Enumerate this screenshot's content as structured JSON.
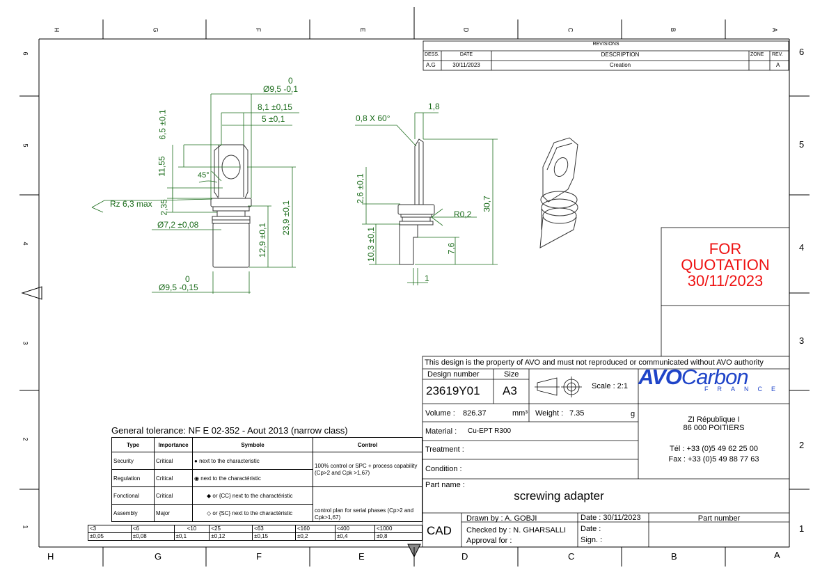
{
  "zones": {
    "top": [
      "H",
      "G",
      "F",
      "E",
      "D",
      "C",
      "B",
      "A"
    ],
    "bottom": [
      "H",
      "G",
      "F",
      "E",
      "D",
      "C",
      "B",
      "A"
    ],
    "left": [
      "6",
      "5",
      "4",
      "3",
      "2",
      "1"
    ],
    "right": [
      "6",
      "5",
      "4",
      "3",
      "2",
      "1"
    ]
  },
  "revisions": {
    "title": "REVISIONS",
    "headers": {
      "dess": "DESS.",
      "date": "DATE",
      "description": "DESCRIPTION",
      "zone": "ZONE",
      "rev": "REV."
    },
    "row": {
      "dess": "A.G",
      "date": "30/11/2023",
      "description": "Creation",
      "zone": "",
      "rev": "A"
    }
  },
  "dimensions": {
    "front": {
      "dia_top_upper": "0",
      "dia_top": "Ø9,5 -0,1",
      "width_81": "8,1 ±0,15",
      "width_5": "5 ±0,1",
      "h_65": "6,5 ±0,1",
      "h_1155": "11,55",
      "angle": "45°",
      "rz": "Rz 6,3 max",
      "h_235": "2,35",
      "dia_72": "Ø7,2 ±0,08",
      "h_239": "23,9 ±0,1",
      "h_129": "12,9 ±0,1",
      "dia_bot_upper": "0",
      "dia_bot": "Ø9,5 -0,15"
    },
    "side": {
      "chamfer": "0,8 X 60°",
      "t_18": "1,8",
      "h_26": "2,6 ±0,1",
      "r_02": "R0,2",
      "h_307": "30,7",
      "h_103": "10,3 ±0,1",
      "h_76": "7,6",
      "w_1": "1"
    }
  },
  "quotation": {
    "line1": "FOR",
    "line2": "QUOTATION",
    "line3": "30/11/2023"
  },
  "title_block": {
    "property_note": "This design is the property of AVO and must not reproduced or communicated without AVO authority",
    "design_number_label": "Design number",
    "size_label": "Size",
    "design_number": "23619Y01",
    "size": "A3",
    "scale": "Scale : 2:1",
    "logo_avo": "AVO",
    "logo_carbon": "Carbon",
    "logo_france": "FRANCE",
    "volume_label": "Volume :",
    "volume": "826.37",
    "volume_unit": "mm³",
    "weight_label": "Weight :",
    "weight": "7.35",
    "weight_unit": "g",
    "material_label": "Material :",
    "material": "Cu-EPT R300",
    "treatment_label": "Treatment :",
    "condition_label": "Condition :",
    "address1": "ZI République I",
    "address2": "86 000 POITIERS",
    "tel": "Tél : +33 (0)5 49 62 25 00",
    "fax": "Fax : +33 (0)5 49 88 77 63",
    "part_name_label": "Part name :",
    "part_name": "screwing adapter",
    "cad": "CAD",
    "drawn_by": "Drawn by : A. GOBJI",
    "drawn_date": "Date : 30/11/2023",
    "checked_by": "Checked by : N. GHARSALLI",
    "checked_date": "Date :",
    "approval": "Approval for :",
    "sign": "Sign. :",
    "part_number_label": "Part number"
  },
  "tolerance": {
    "title": "General tolerance: NF E 02-352 - Aout 2013 (narrow class)",
    "headers": [
      "Type",
      "Importance",
      "Symbole",
      "Control"
    ],
    "rows": [
      {
        "type": "Security",
        "importance": "Critical",
        "symbol": "next to the characteristic"
      },
      {
        "type": "Regulation",
        "importance": "Critical",
        "symbol": "next to the charactéristic"
      },
      {
        "type": "Fonctional",
        "importance": "Critical",
        "symbol": "or {CC} next to the charactéristic"
      },
      {
        "type": "Assembly",
        "importance": "Major",
        "symbol": "or {SC} next to the charactéristic"
      }
    ],
    "control_1": "100% control or SPC + process capability (Cp>2 and Cpk >1,67)",
    "control_2": "control plan for serial phases (Cp>2 and Cpk>1,67)",
    "ranges": [
      "<3",
      "<6",
      "<10",
      "<25",
      "<63",
      "<160",
      "<400",
      "<1000"
    ],
    "values": [
      "±0,05",
      "±0,08",
      "±0,1",
      "±0,12",
      "±0,15",
      "±0,2",
      "±0,4",
      "±0,8"
    ]
  }
}
